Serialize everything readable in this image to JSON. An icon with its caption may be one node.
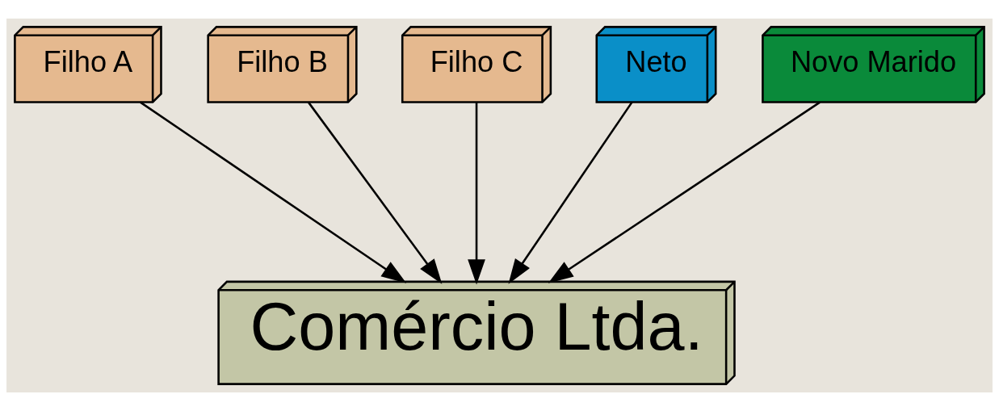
{
  "diagram": {
    "nodes": [
      {
        "text": [
          "Filho A"
        ]
      },
      {
        "text": [
          "Filho B"
        ]
      },
      {
        "text": [
          "Filho C"
        ]
      },
      {
        "text": [
          "Neto"
        ]
      },
      {
        "text": [
          "Novo Marido"
        ]
      },
      {
        "text": [
          "Comércio Ltda."
        ]
      }
    ],
    "edges": [
      {
        "from": 0,
        "to": 5,
        "arrow": "to"
      },
      {
        "from": 1,
        "to": 5,
        "arrow": "to"
      },
      {
        "from": 2,
        "to": 5,
        "arrow": "to"
      },
      {
        "from": 3,
        "to": 5,
        "arrow": "to"
      },
      {
        "from": 4,
        "to": 5,
        "arrow": "to"
      }
    ]
  }
}
